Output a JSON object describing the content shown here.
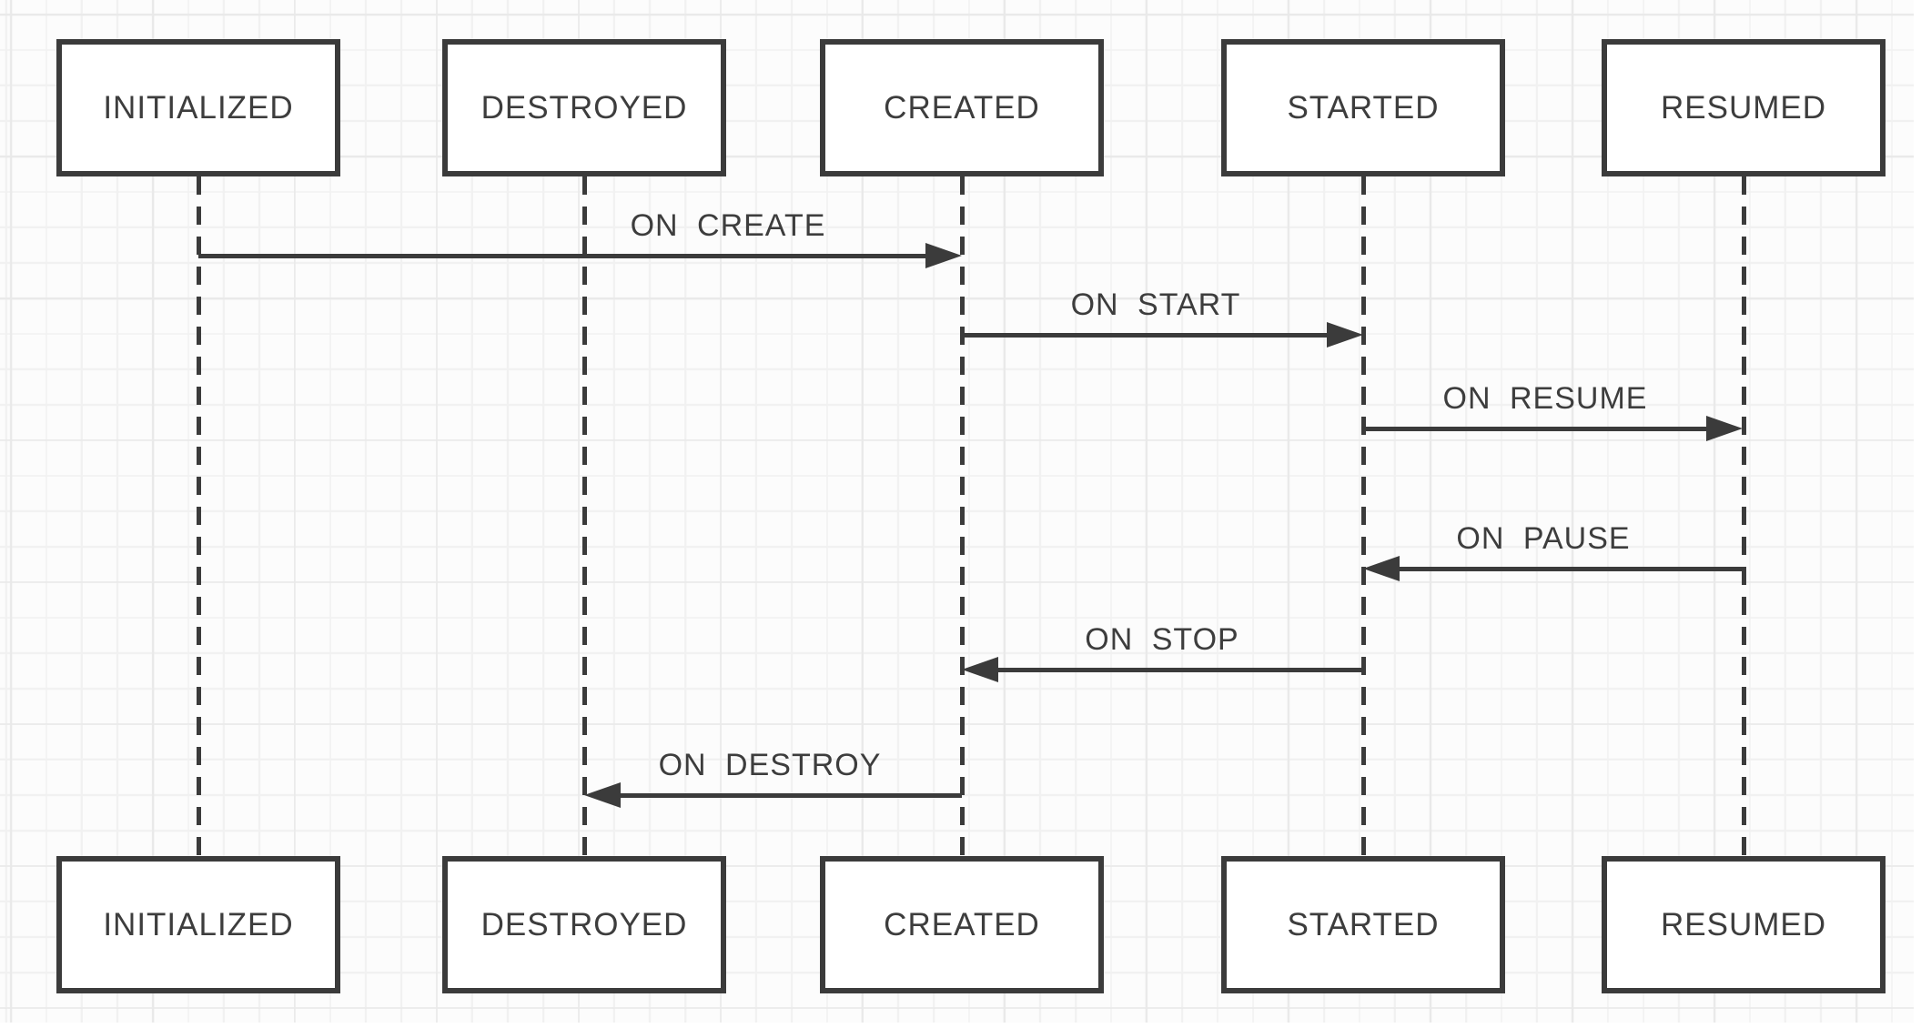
{
  "diagram": {
    "type": "sequence-lifecycle",
    "lifelines": [
      {
        "label": "INITIALIZED"
      },
      {
        "label": "DESTROYED"
      },
      {
        "label": "CREATED"
      },
      {
        "label": "STARTED"
      },
      {
        "label": "RESUMED"
      }
    ],
    "messages": [
      {
        "label": "ON CREATE",
        "from": "INITIALIZED",
        "to": "CREATED",
        "direction": "right"
      },
      {
        "label": "ON START",
        "from": "CREATED",
        "to": "STARTED",
        "direction": "right"
      },
      {
        "label": "ON RESUME",
        "from": "STARTED",
        "to": "RESUMED",
        "direction": "right"
      },
      {
        "label": "ON PAUSE",
        "from": "RESUMED",
        "to": "STARTED",
        "direction": "left"
      },
      {
        "label": "ON STOP",
        "from": "STARTED",
        "to": "CREATED",
        "direction": "left"
      },
      {
        "label": "ON DESTROY",
        "from": "CREATED",
        "to": "DESTROYED",
        "direction": "left"
      }
    ],
    "colors": {
      "stroke": "#3b3b3b",
      "box_fill": "#ffffff",
      "canvas_background": "#fcfcfc",
      "grid_line_minor": "#f1f1f1",
      "grid_line_major": "#e9e9e9"
    }
  }
}
